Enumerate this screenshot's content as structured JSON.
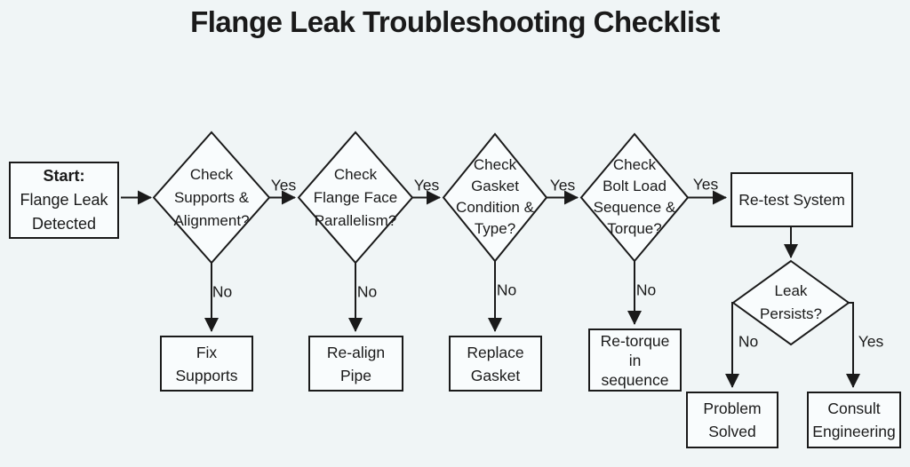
{
  "title": "Flange Leak Troubleshooting Checklist",
  "colors": {
    "background": "#f0f5f6",
    "node_fill": "#f9fcfd",
    "stroke": "#1a1a1a",
    "text": "#1a1a1a"
  },
  "nodes": {
    "start": {
      "type": "start",
      "lines": [
        "Start:",
        "Flange Leak",
        "Detected"
      ]
    },
    "check_supports": {
      "type": "decision",
      "lines": [
        "Check",
        "Supports &",
        "Alignment?"
      ]
    },
    "check_flange_face": {
      "type": "decision",
      "lines": [
        "Check",
        "Flange Face",
        "Parallelism?"
      ]
    },
    "check_gasket": {
      "type": "decision",
      "lines": [
        "Check",
        "Gasket",
        "Condition &",
        "Type?"
      ]
    },
    "check_bolt_load": {
      "type": "decision",
      "lines": [
        "Check",
        "Bolt Load",
        "Sequence &",
        "Torque?"
      ]
    },
    "retest_system": {
      "type": "process",
      "lines": [
        "Re-test System"
      ]
    },
    "leak_persists": {
      "type": "decision",
      "lines": [
        "Leak",
        "Persists?"
      ]
    },
    "fix_supports": {
      "type": "process",
      "lines": [
        "Fix",
        "Supports"
      ]
    },
    "realign_pipe": {
      "type": "process",
      "lines": [
        "Re-align",
        "Pipe"
      ]
    },
    "replace_gasket": {
      "type": "process",
      "lines": [
        "Replace",
        "Gasket"
      ]
    },
    "retorque_in_sequence": {
      "type": "process",
      "lines": [
        "Re-torque",
        "in",
        "sequence"
      ]
    },
    "problem_solved": {
      "type": "process",
      "lines": [
        "Problem",
        "Solved"
      ]
    },
    "consult_engineering": {
      "type": "process",
      "lines": [
        "Consult",
        "Engineering"
      ]
    }
  },
  "edge_labels": {
    "supports_yes": "Yes",
    "flange_face_yes": "Yes",
    "gasket_yes": "Yes",
    "bolt_load_yes": "Yes",
    "supports_no": "No",
    "flange_face_no": "No",
    "gasket_no": "No",
    "bolt_load_no": "No",
    "leak_no": "No",
    "leak_yes": "Yes"
  }
}
